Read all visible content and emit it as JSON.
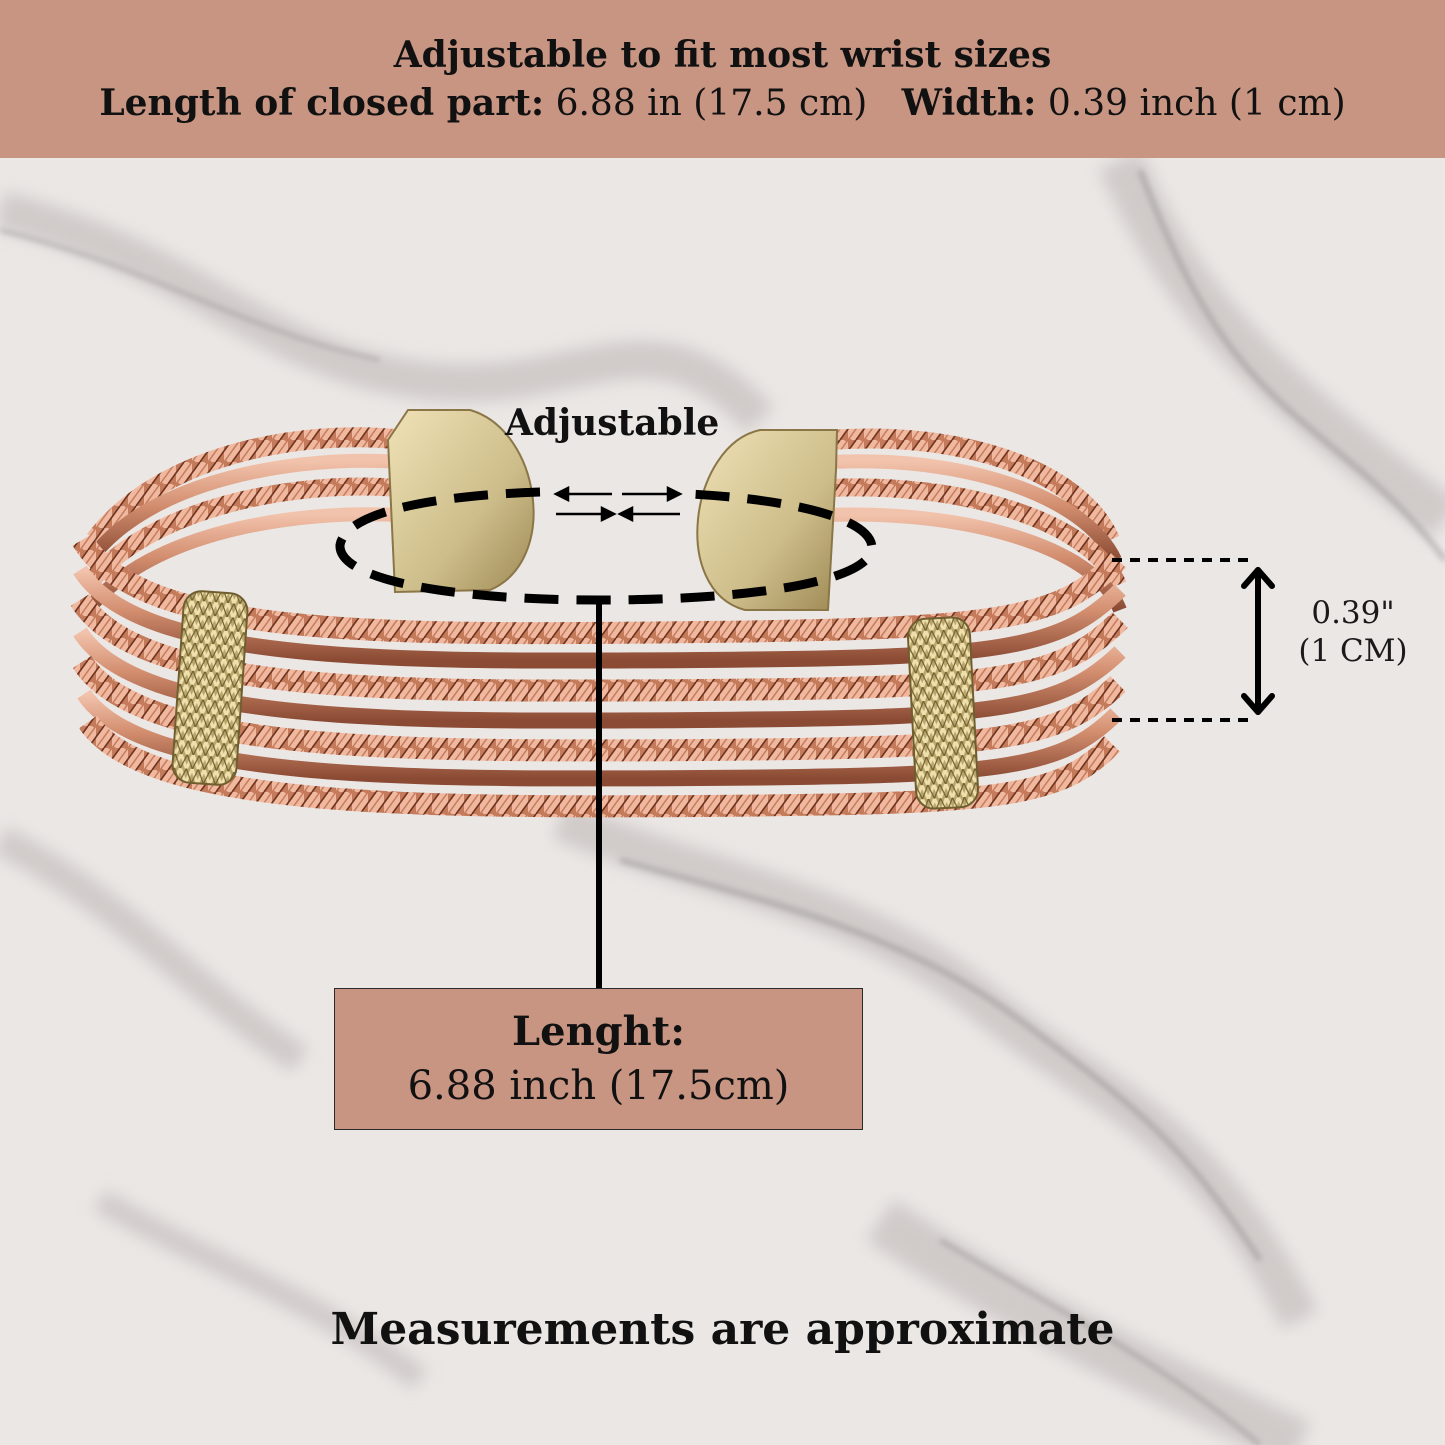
{
  "colors": {
    "header_bg": "#c89583",
    "copper": "#d18e70",
    "brass": "#c9b57a",
    "text": "#111111"
  },
  "header": {
    "line1": "Adjustable to fit most wrist sizes",
    "closed_label": "Length of closed part:",
    "closed_value": "6.88 in (17.5 cm)",
    "width_label": "Width:",
    "width_value": "0.39 inch (1 cm)"
  },
  "annotations": {
    "adjustable": "Adjustable",
    "width_inch": "0.39\"",
    "width_cm": "(1 CM)"
  },
  "length_box": {
    "label": "Lenght:",
    "value": "6.88 inch (17.5cm)"
  },
  "footer": {
    "note": "Measurements are approximate"
  }
}
